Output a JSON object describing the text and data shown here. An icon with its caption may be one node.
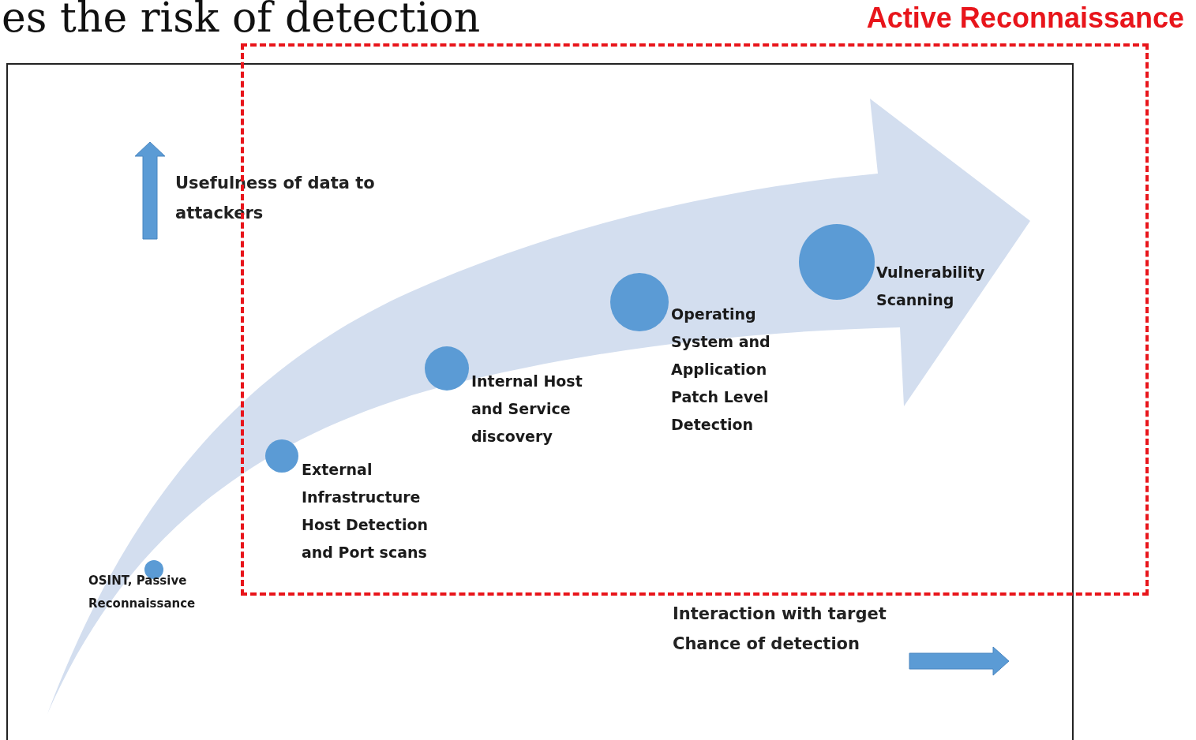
{
  "diagram": {
    "nodes": [
      {
        "text": [
          "Active Reconnaissance"
        ]
      },
      {
        "text": [
          "OSINT, Passive Reconnaissance"
        ]
      },
      {
        "text": [
          "External Infrastructure Host Detection and Port scans"
        ],
        "in": 0
      },
      {
        "text": [
          "Internal Host and Service discovery"
        ],
        "in": 0
      },
      {
        "text": [
          "Operating System and Application Patch Level Detection"
        ],
        "in": 0
      },
      {
        "text": [
          "Vulnerability Scanning"
        ],
        "in": 0
      }
    ],
    "edges": [],
    "labels": [
      "es the risk of detection",
      "Usefulness of data to attackers",
      "Interaction with target",
      "Chance of detection"
    ]
  }
}
